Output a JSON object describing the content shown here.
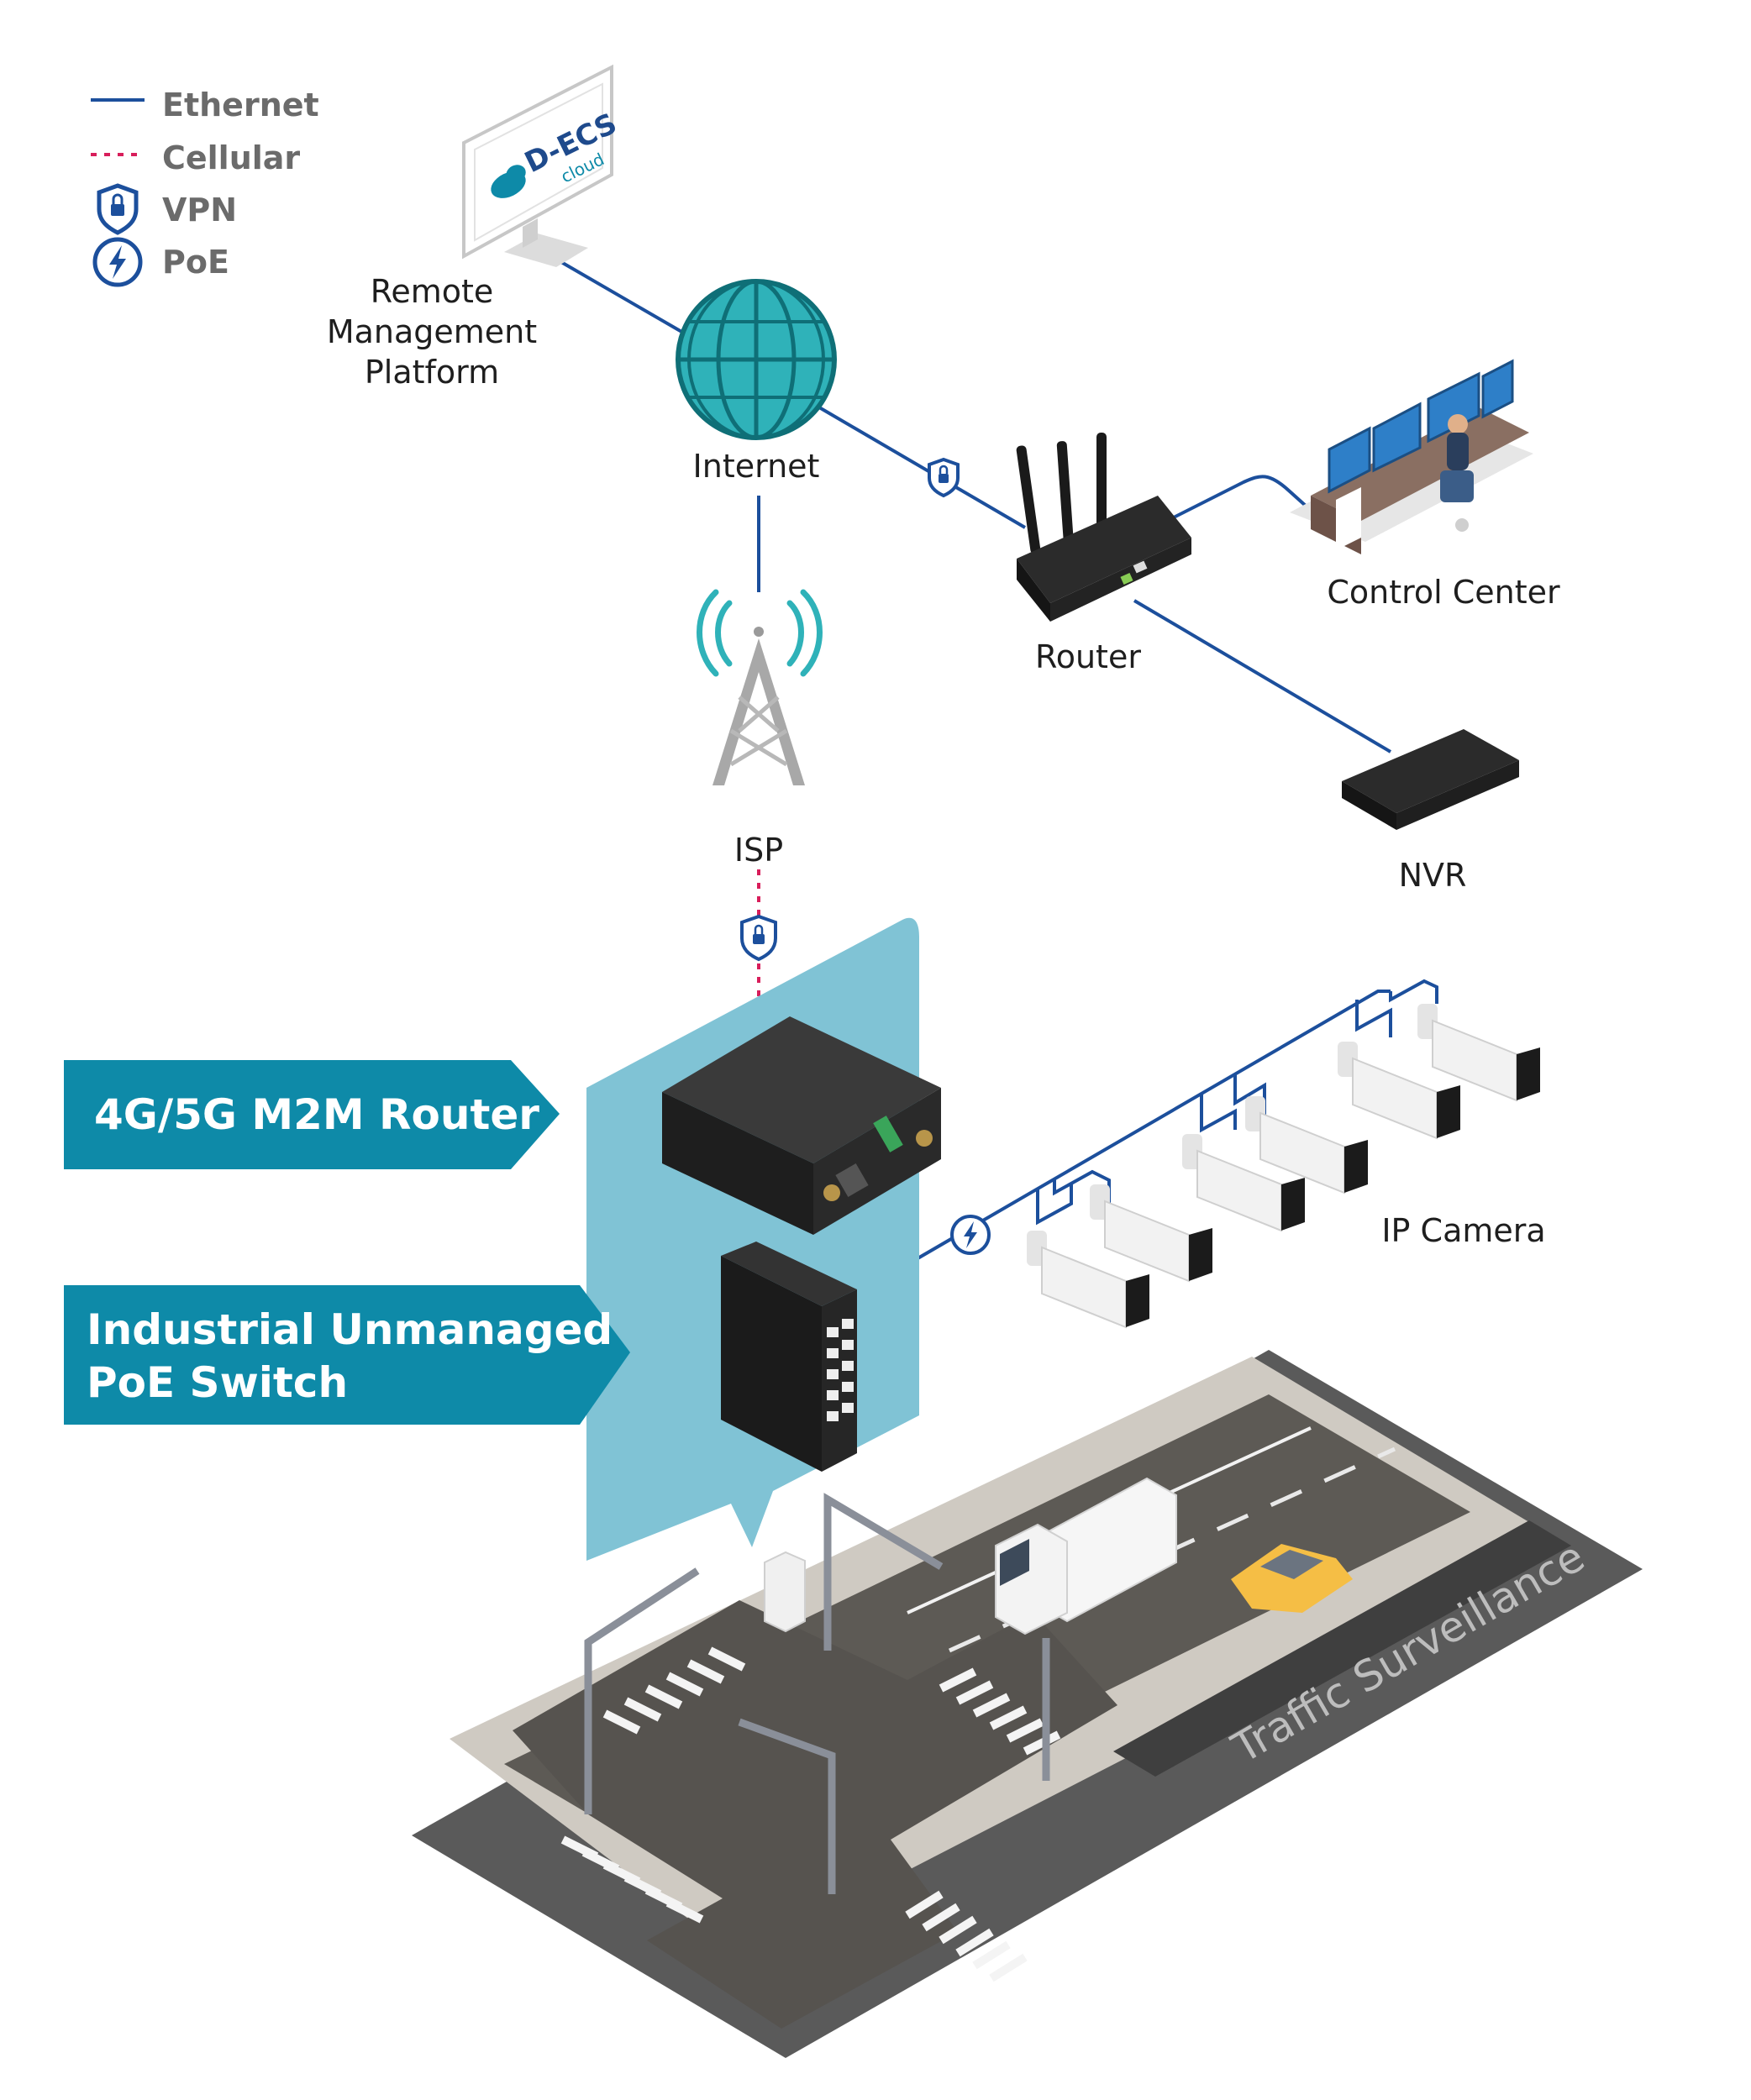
{
  "legend": {
    "ethernet": "Ethernet",
    "cellular": "Cellular",
    "vpn": "VPN",
    "poe": "PoE"
  },
  "nodes": {
    "remote_platform": [
      "Remote",
      "Management",
      "Platform"
    ],
    "cloud_logo": "D-ECS",
    "cloud_sub": "cloud",
    "internet": "Internet",
    "router": "Router",
    "control_center": "Control Center",
    "nvr": "NVR",
    "isp": "ISP",
    "ip_camera": "IP Camera"
  },
  "banners": {
    "m2m_router": "4G/5G M2M Router",
    "poe_switch_line1": "Industrial Unmanaged",
    "poe_switch_line2": "PoE Switch"
  },
  "road_label": "Traffic Surveillance",
  "colors": {
    "ethernet": "#1c4f9c",
    "cellular": "#d81e5b",
    "accent": "#0e8aa8",
    "highlight": "#80c3d5"
  }
}
